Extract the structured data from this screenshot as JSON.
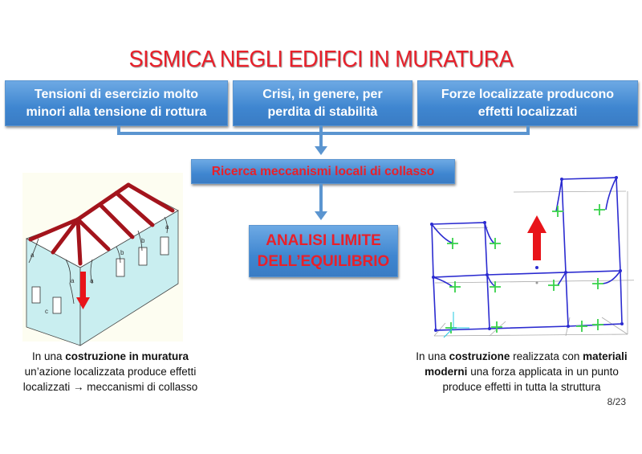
{
  "title": "SISMICA NEGLI EDIFICI IN MURATURA",
  "boxes": [
    {
      "line1": "Tensioni di esercizio molto",
      "line2": "minori alla tensione di rottura"
    },
    {
      "line1": "Crisi, in genere, per",
      "line2": "perdita di stabilità"
    },
    {
      "line1": "Forze localizzate producono",
      "line2": "effetti localizzati"
    }
  ],
  "middle_box": "Ricerca meccanismi locali di collasso",
  "result_box": {
    "line1": "ANALISI LIMITE",
    "line2": "DELL’EQUILIBRIO"
  },
  "left_caption": {
    "p1": "In una ",
    "b1": "costruzione in muratura",
    "line2": "un’azione localizzata produce effetti",
    "line3": "localizzati → meccanismi di collasso"
  },
  "right_caption": {
    "p1": "In una ",
    "b1": "costruzione",
    "p2": " realizzata con ",
    "b2": "materiali",
    "b3": "moderni",
    "p3": " una forza applicata in un punto",
    "line3": "produce effetti in tutta la struttura"
  },
  "house_labels": [
    "a",
    "a",
    "a",
    "a",
    "b",
    "b",
    "c"
  ],
  "page_number": "8/23",
  "colors": {
    "title": "#e8202a",
    "box": "#4a8fd6",
    "arrow": "#5b95d0",
    "frame": "#2b2bd0",
    "hinge": "#38d24a",
    "force": "#e8141a"
  }
}
